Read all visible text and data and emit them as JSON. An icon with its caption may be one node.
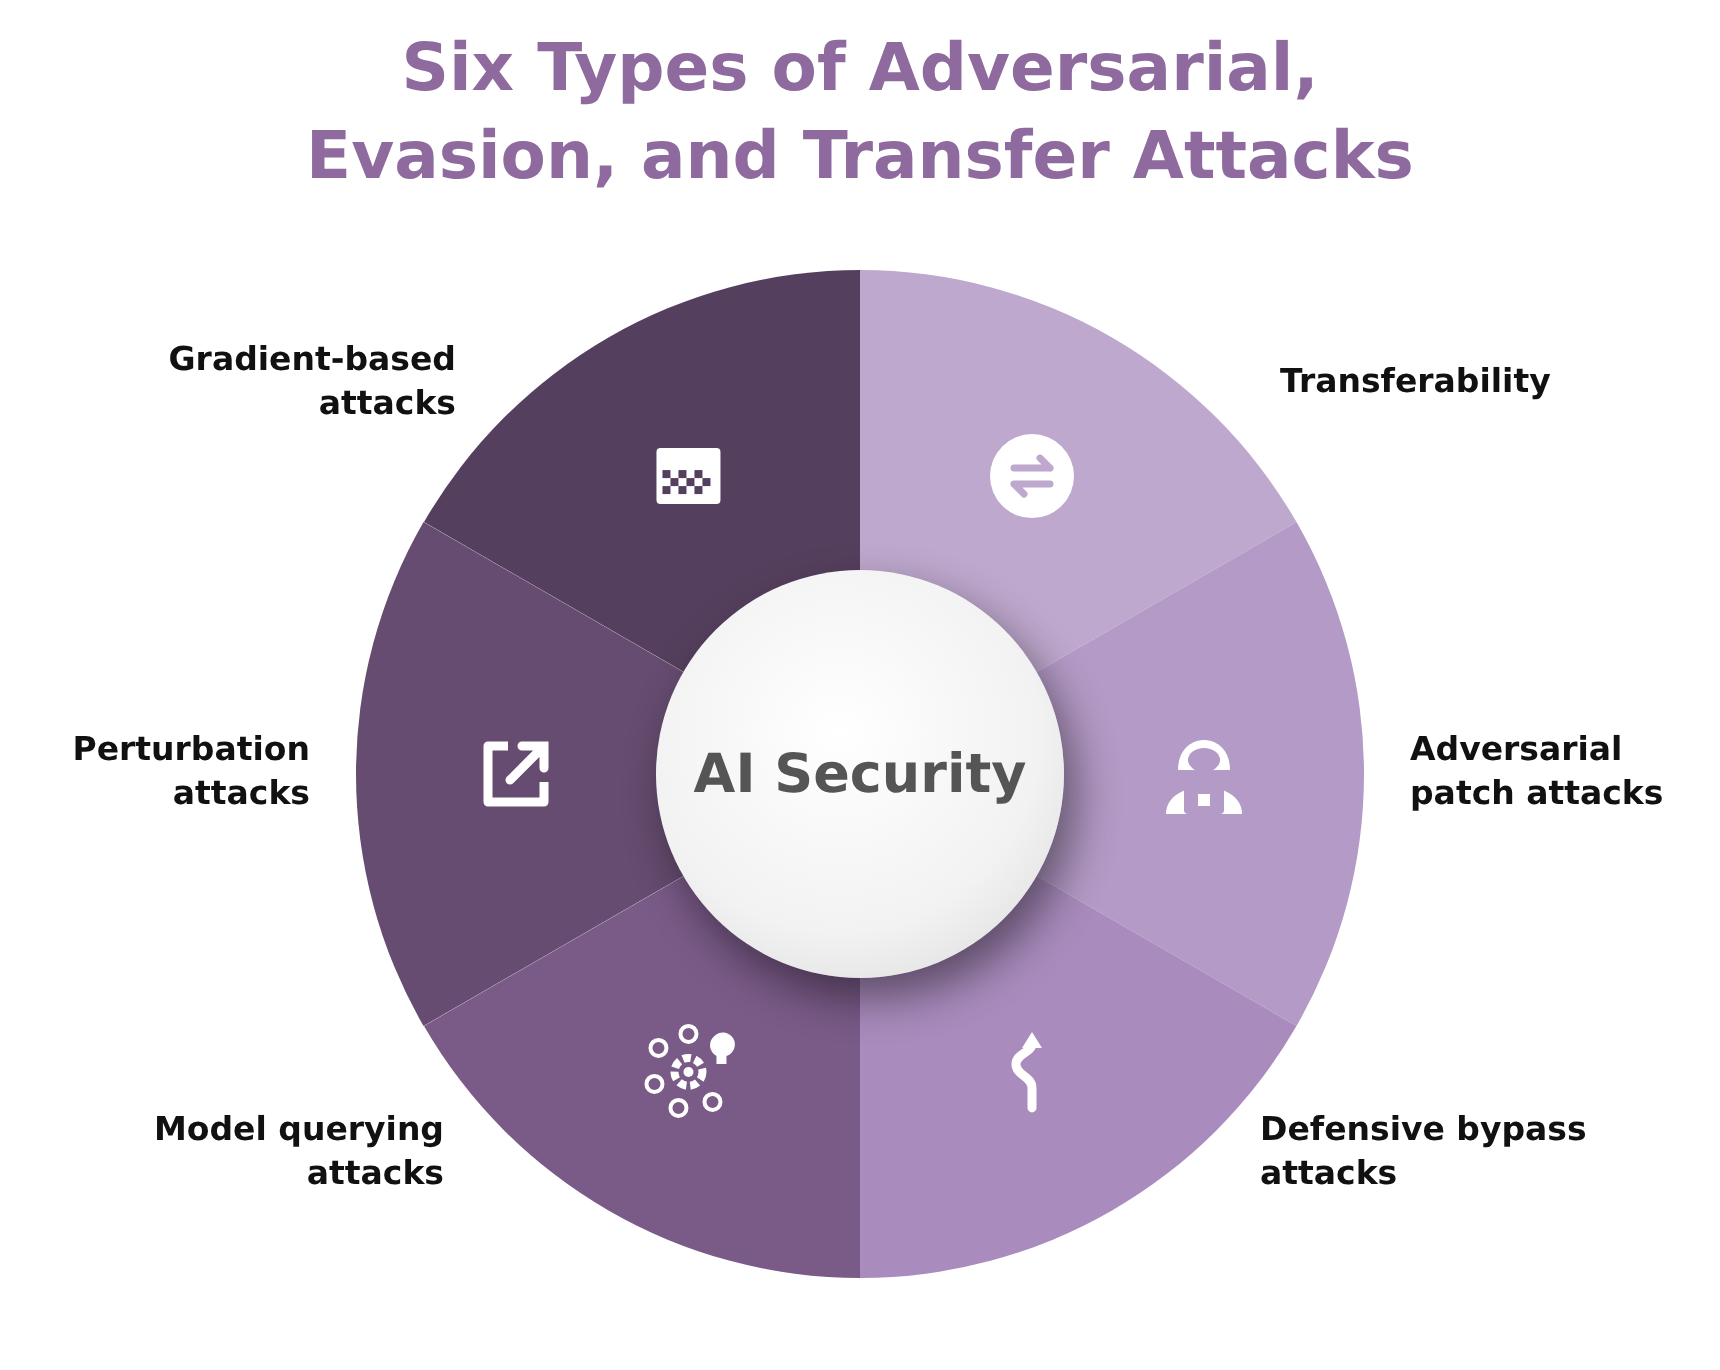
{
  "diagram": {
    "title": "Six Types of Adversarial, Evasion, and Transfer Attacks",
    "nodes": [
      {
        "text": [
          "AI Security"
        ]
      },
      {
        "text": [
          "Gradient-based attacks"
        ]
      },
      {
        "text": [
          "Transferability"
        ]
      },
      {
        "text": [
          "Perturbation attacks"
        ]
      },
      {
        "text": [
          "Adversarial patch attacks"
        ]
      },
      {
        "text": [
          "Model querying attacks"
        ]
      },
      {
        "text": [
          "Defensive bypass attacks"
        ]
      }
    ],
    "edges": []
  }
}
